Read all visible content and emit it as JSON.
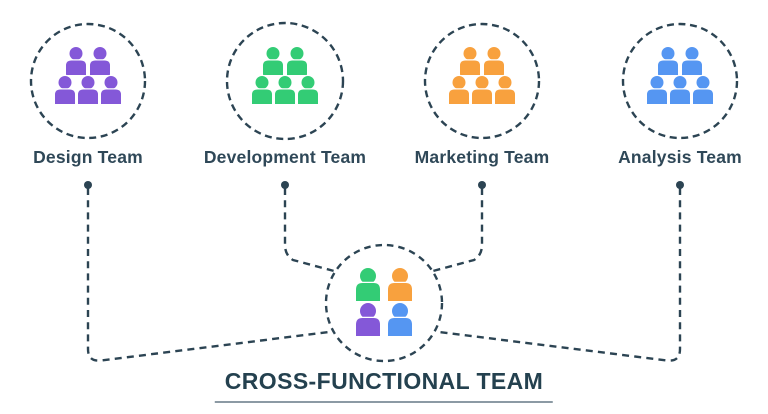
{
  "diagram": {
    "title": "CROSS-FUNCTIONAL TEAM",
    "background_color": "#FFFFFF",
    "line_color": "#2C4453",
    "label_text_color": "#2F4858",
    "title_text_color": "#24414F",
    "underline_color": "#8C9AA4",
    "teams": [
      {
        "name": "Design Team",
        "color": "#8458D8",
        "icon": "team-members-icon"
      },
      {
        "name": "Development Team",
        "color": "#33CC75",
        "icon": "team-members-icon"
      },
      {
        "name": "Marketing Team",
        "color": "#F8A13E",
        "icon": "team-members-icon"
      },
      {
        "name": "Analysis Team",
        "color": "#5596F2",
        "icon": "team-members-icon"
      }
    ],
    "center": {
      "icon": "cross-functional-members-icon",
      "member_colors": [
        "#33CC75",
        "#F8A13E",
        "#8458D8",
        "#5596F2"
      ]
    }
  }
}
